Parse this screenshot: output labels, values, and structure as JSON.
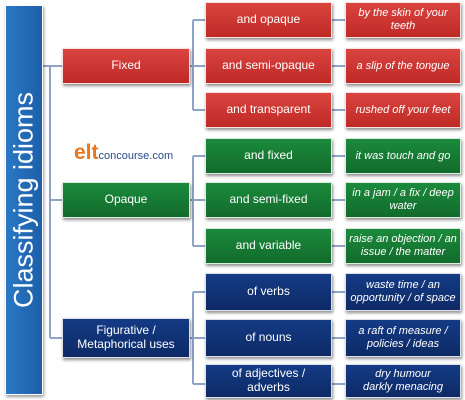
{
  "title": "Classifying idioms",
  "logo": {
    "part1": "elt",
    "part2": "concourse.com"
  },
  "branches": [
    {
      "label": "Fixed",
      "color": "#c9302c",
      "rows": [
        {
          "category": "and opaque",
          "example": "by the skin of your teeth"
        },
        {
          "category": "and semi-opaque",
          "example": "a slip of the tongue"
        },
        {
          "category": "and transparent",
          "example": "rushed off your feet"
        }
      ]
    },
    {
      "label": "Opaque",
      "color": "#157a33",
      "rows": [
        {
          "category": "and fixed",
          "example": "it was touch and go"
        },
        {
          "category": "and semi-fixed",
          "example": "in a jam / a fix / deep water"
        },
        {
          "category": "and variable",
          "example": "raise an objection / an issue / the matter"
        }
      ]
    },
    {
      "label": "Figurative / Metaphorical uses",
      "color": "#0f2f70",
      "rows": [
        {
          "category": "of verbs",
          "example": "waste time / an opportunity / of space"
        },
        {
          "category": "of nouns",
          "example": "a raft of measure / policies / ideas"
        },
        {
          "category": "of adjectives / adverbs",
          "example": "dry humour darkly menacing"
        }
      ]
    }
  ]
}
